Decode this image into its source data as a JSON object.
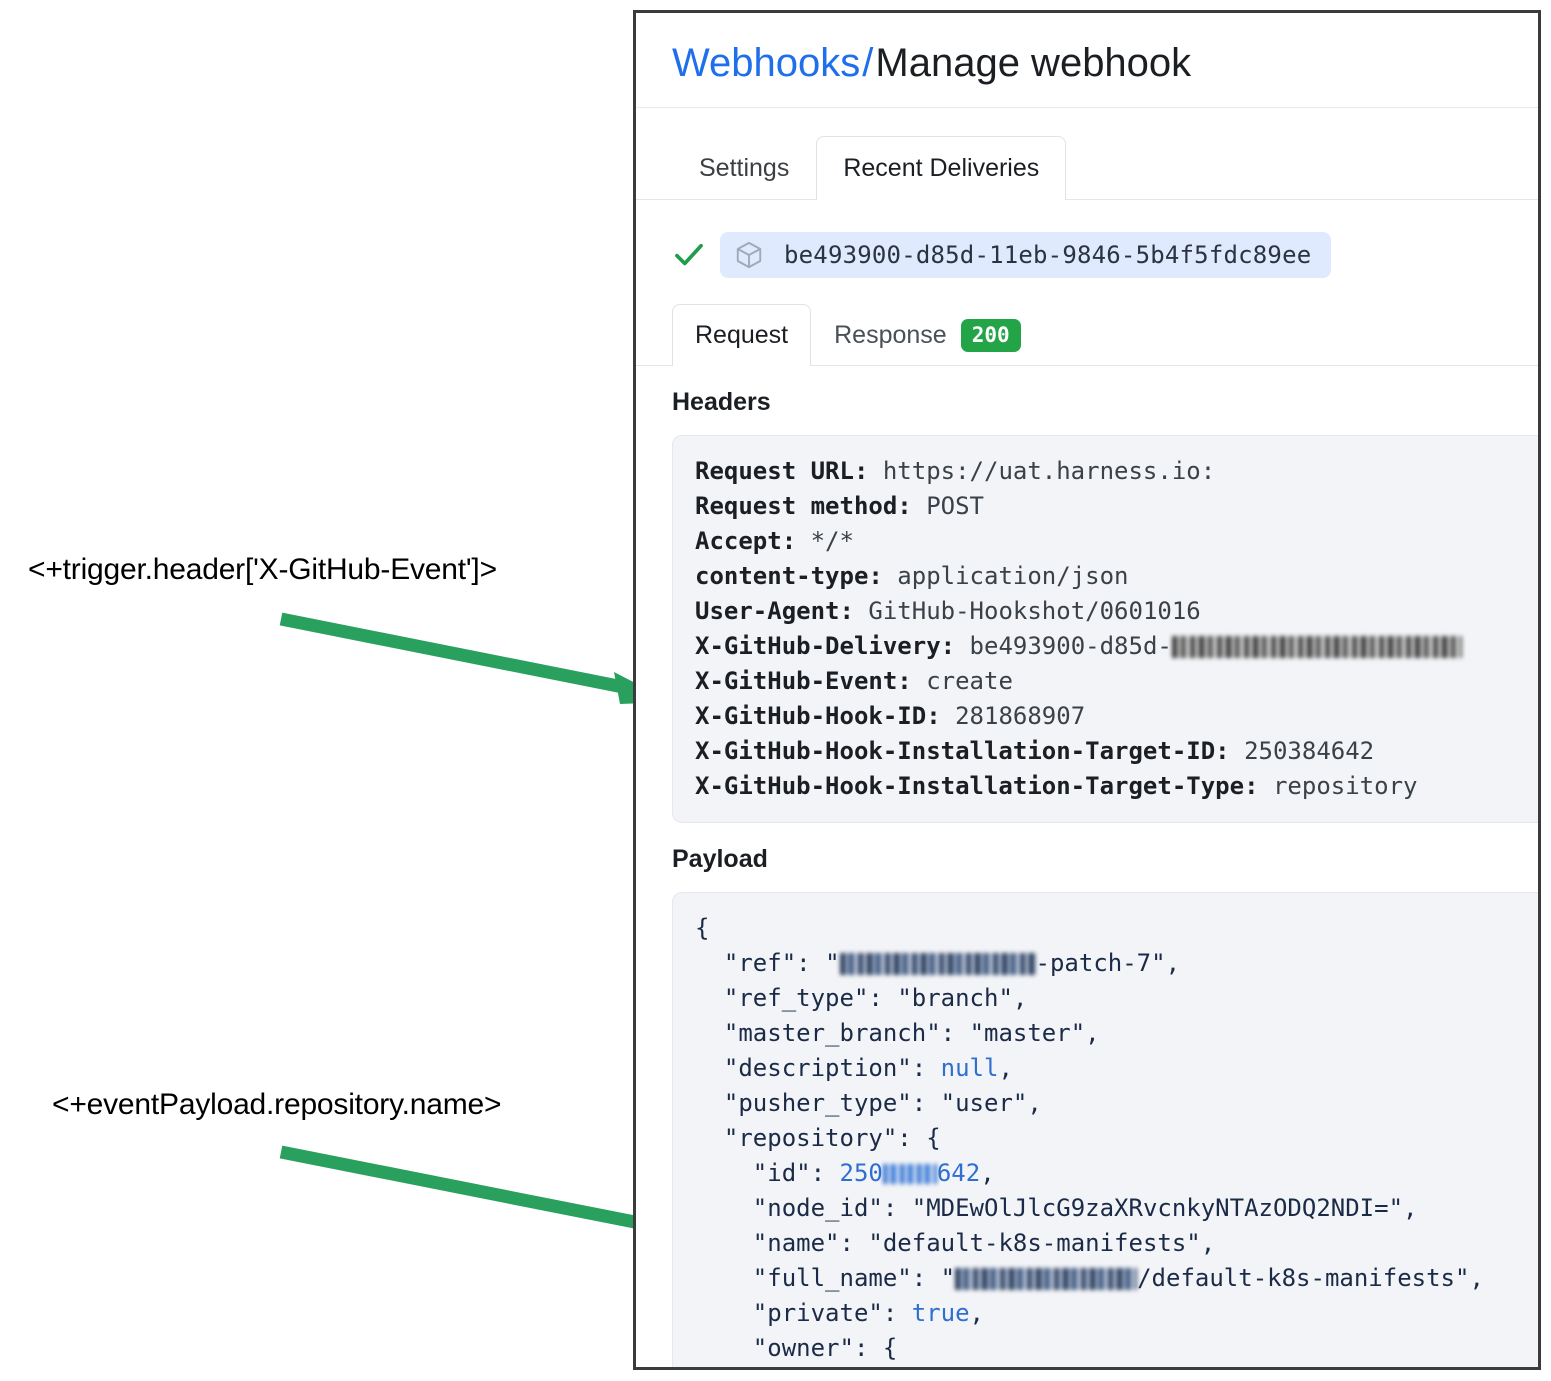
{
  "annotations": {
    "header_expression": "<+trigger.header['X-GitHub-Event']>",
    "payload_expression": "<+eventPayload.repository.name>",
    "arrow_color": "#2aa05e"
  },
  "card": {
    "breadcrumb": {
      "parent": "Webhooks",
      "separator": "/",
      "current": "Manage webhook"
    },
    "tabs": [
      {
        "label": "Settings",
        "active": false
      },
      {
        "label": "Recent Deliveries",
        "active": true
      }
    ],
    "delivery": {
      "status_icon": "check-icon",
      "package_icon": "cube-icon",
      "id": "be493900-d85d-11eb-9846-5b4f5fdc89ee"
    },
    "detail_tabs": [
      {
        "label": "Request",
        "active": true
      },
      {
        "label": "Response",
        "active": false
      }
    ],
    "response_status": "200",
    "headers_title": "Headers",
    "headers": [
      {
        "key": "Request URL:",
        "value": "https://uat.harness.io:"
      },
      {
        "key": "Request method:",
        "value": "POST"
      },
      {
        "key": "Accept:",
        "value": "*/*"
      },
      {
        "key": "content-type:",
        "value": "application/json"
      },
      {
        "key": "User-Agent:",
        "value": "GitHub-Hookshot/0601016"
      },
      {
        "key": "X-GitHub-Delivery:",
        "value": "be493900-d85d-",
        "redacted_suffix": true
      },
      {
        "key": "X-GitHub-Event:",
        "value": "create"
      },
      {
        "key": "X-GitHub-Hook-ID:",
        "value": "281868907"
      },
      {
        "key": "X-GitHub-Hook-Installation-Target-ID:",
        "value": "250384642"
      },
      {
        "key": "X-GitHub-Hook-Installation-Target-Type:",
        "value": "repository"
      }
    ],
    "payload_title": "Payload",
    "payload_lines": [
      {
        "indent": 0,
        "text": "{"
      },
      {
        "indent": 1,
        "key": "\"ref\"",
        "value": "-patch-7",
        "type": "string",
        "redacted_prefix": true,
        "comma": true
      },
      {
        "indent": 1,
        "key": "\"ref_type\"",
        "value": "\"branch\"",
        "type": "string",
        "comma": true
      },
      {
        "indent": 1,
        "key": "\"master_branch\"",
        "value": "\"master\"",
        "type": "string",
        "comma": true
      },
      {
        "indent": 1,
        "key": "\"description\"",
        "value": "null",
        "type": "literal",
        "comma": true
      },
      {
        "indent": 1,
        "key": "\"pusher_type\"",
        "value": "\"user\"",
        "type": "string",
        "comma": true
      },
      {
        "indent": 1,
        "key": "\"repository\"",
        "value": "{",
        "type": "open"
      },
      {
        "indent": 2,
        "key": "\"id\"",
        "value": "250",
        "value_tail": "642",
        "type": "number",
        "redacted_mid": true,
        "comma": true
      },
      {
        "indent": 2,
        "key": "\"node_id\"",
        "value": "\"MDEwOlJlcG9zaXRvcnkyNTAzODQ2NDI=\"",
        "type": "string",
        "comma": true
      },
      {
        "indent": 2,
        "key": "\"name\"",
        "value": "\"default-k8s-manifests\"",
        "type": "string",
        "comma": true
      },
      {
        "indent": 2,
        "key": "\"full_name\"",
        "value": "/default-k8s-manifests\"",
        "type": "string",
        "redacted_prefix": true,
        "comma": true
      },
      {
        "indent": 2,
        "key": "\"private\"",
        "value": "true",
        "type": "literal",
        "comma": true
      },
      {
        "indent": 2,
        "key": "\"owner\"",
        "value": "{",
        "type": "open"
      }
    ]
  }
}
